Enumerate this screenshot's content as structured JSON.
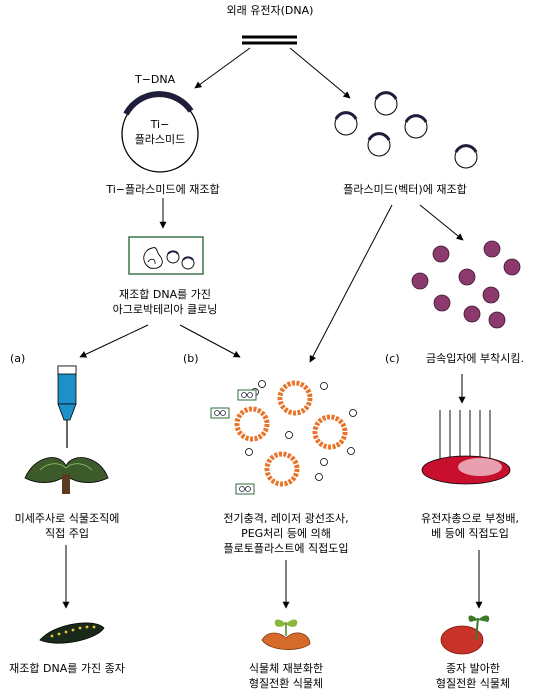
{
  "top": {
    "title": "외래 유전자(DNA)"
  },
  "ti_plasmid": {
    "tdna": "T−DNA",
    "circle_line1": "Ti−",
    "circle_line2": "플라스미드",
    "caption": "Ti−플라스미드에 재조합"
  },
  "plasmid_vector": {
    "caption": "플라스미드(벡터)에 재조합"
  },
  "agro": {
    "caption_line1": "재조합 DNA를 가진",
    "caption_line2": "아그로박테리아 클로닝"
  },
  "branch_a": {
    "marker": "(a)",
    "step1_line1": "미세주사로 식물조직에",
    "step1_line2": "직접 주입",
    "result": "재조합 DNA를 가진 종자"
  },
  "branch_b": {
    "marker": "(b)",
    "step1_line1": "전기충격, 레이저 광선조사,",
    "step1_line2": "PEG처리 등에 의해",
    "step1_line3": "플로토플라스트에 직접도입",
    "result_line1": "식물체 재분화한",
    "result_line2": "형질전환 식물체"
  },
  "branch_c": {
    "marker": "(c)",
    "step0": "금속입자에 부착시킴.",
    "step1_line1": "유전자총으로 부정배,",
    "step1_line2": "베 등에 직접도입",
    "result_line1": "종자 발아한",
    "result_line2": "형질전환 식물체"
  },
  "colors": {
    "plasmid_band": "#1e1e3a",
    "protoplast": "#e8742a",
    "metal_particle": "#8c3a6e",
    "tissue_red": "#c8102e",
    "tissue_pink": "#e8a0b0",
    "leaf_green": "#3c5a2a",
    "agro_box": "#2e6b3a"
  }
}
